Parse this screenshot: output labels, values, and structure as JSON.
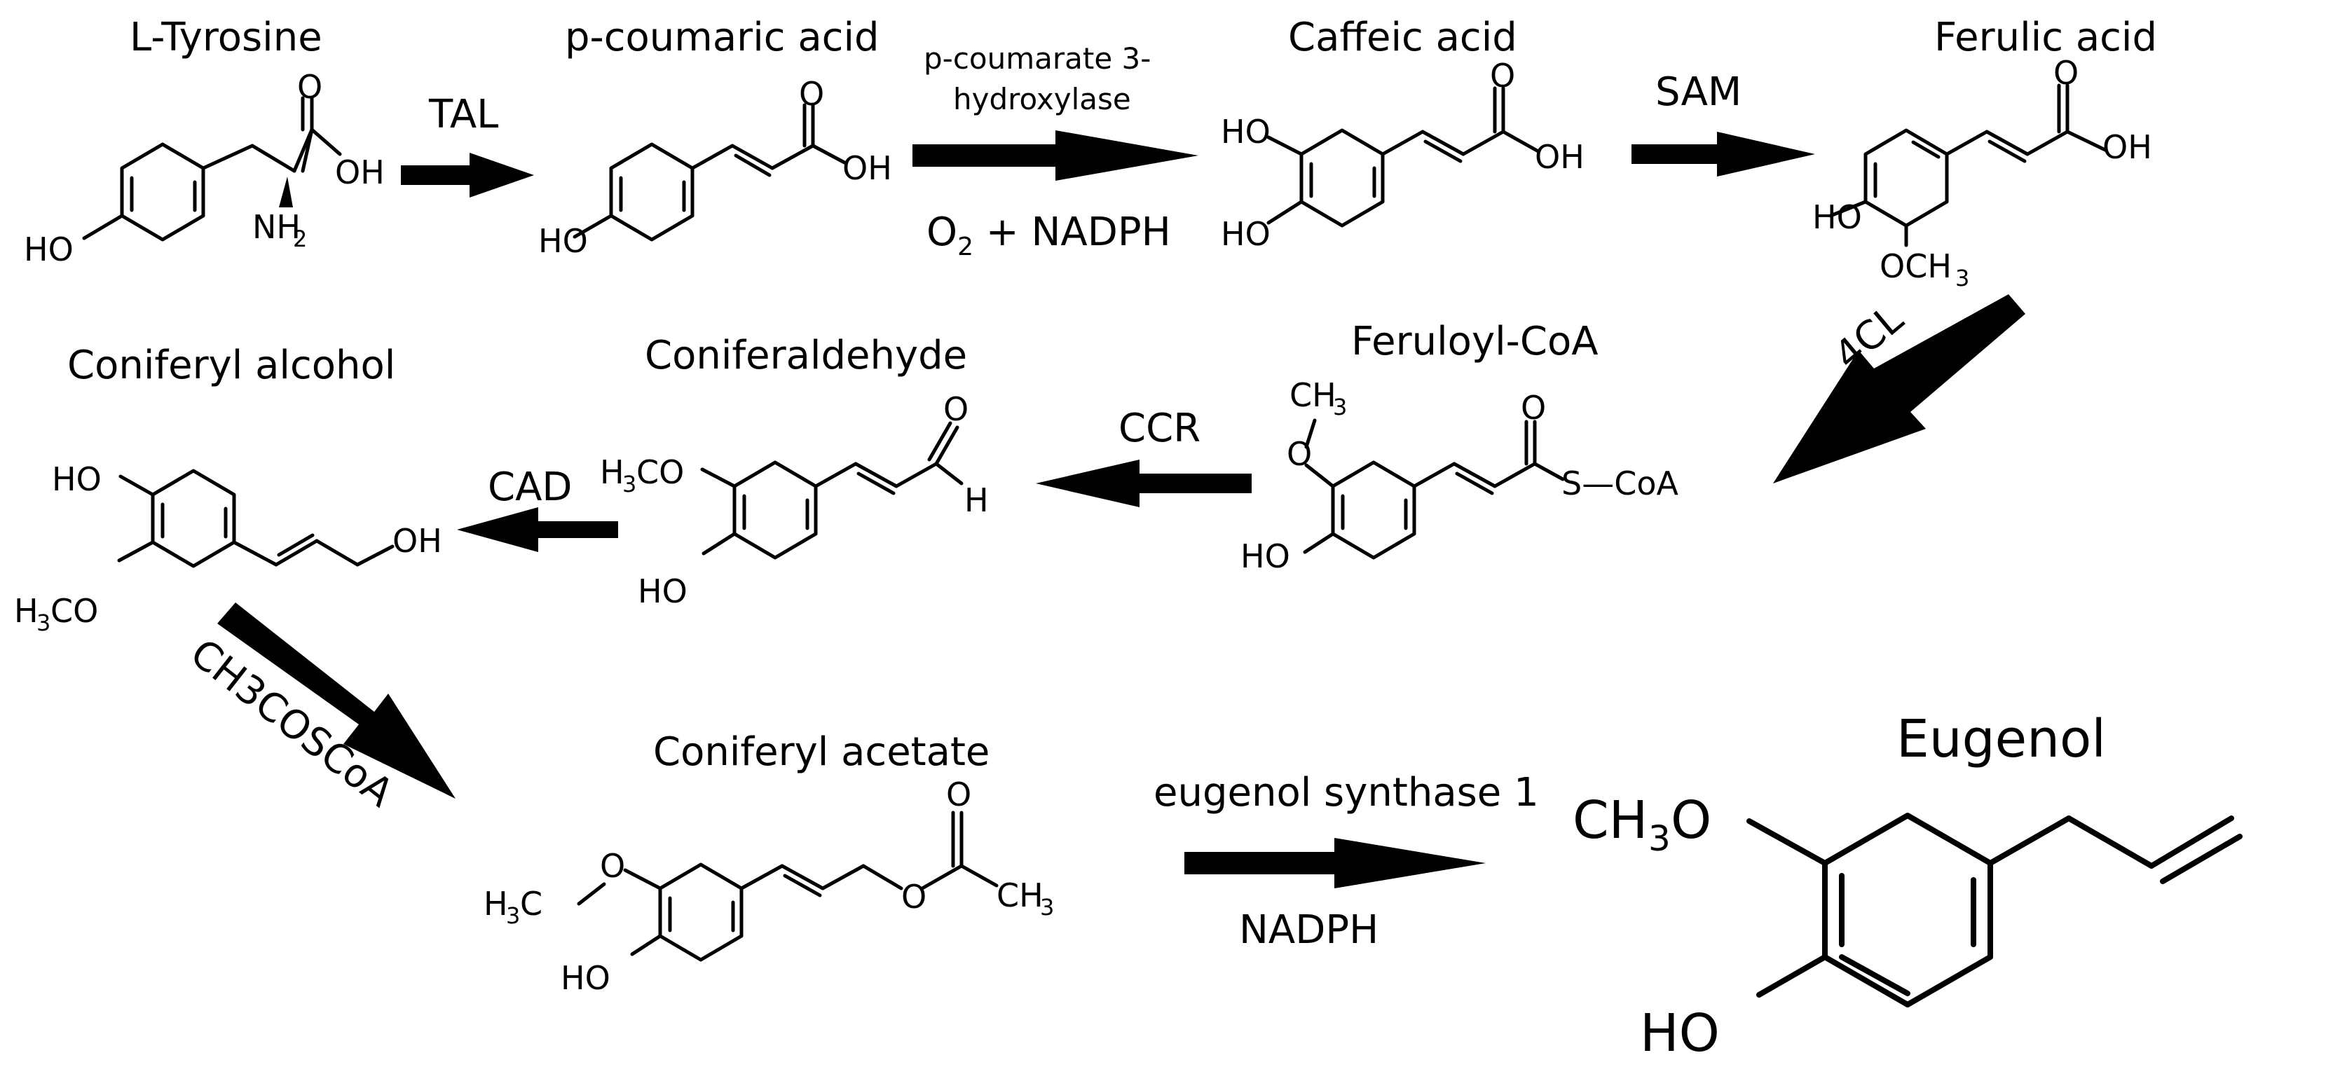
{
  "compounds": {
    "l_tyrosine": {
      "name": "L-Tyrosine",
      "atoms": [
        "O",
        "OH",
        "NH",
        "2",
        "HO"
      ]
    },
    "p_coumaric_acid": {
      "name": "p-coumaric acid",
      "atoms": [
        "O",
        "OH",
        "HO"
      ]
    },
    "caffeic_acid": {
      "name": "Caffeic acid",
      "atoms": [
        "O",
        "HO",
        "OH",
        "HO"
      ]
    },
    "ferulic_acid": {
      "name": "Ferulic acid",
      "atoms": [
        "O",
        "OH",
        "HO",
        "OCH",
        "3"
      ]
    },
    "feruloyl_coa": {
      "name": "Feruloyl-CoA",
      "atoms": [
        "CH",
        "3",
        "O",
        "O",
        "S—CoA",
        "HO"
      ]
    },
    "coniferaldehyde": {
      "name": "Coniferaldehyde",
      "atoms": [
        "O",
        "H",
        "H",
        "3",
        "CO",
        "HO"
      ]
    },
    "coniferyl_alcohol": {
      "name": "Coniferyl alcohol",
      "atoms": [
        "HO",
        "OH",
        "H",
        "3",
        "CO"
      ]
    },
    "coniferyl_acetate": {
      "name": "Coniferyl acetate",
      "atoms": [
        "O",
        "O",
        "CH",
        "3",
        "H",
        "3",
        "C",
        "O",
        "HO"
      ]
    },
    "eugenol": {
      "name": "Eugenol",
      "atoms": [
        "CH",
        "3",
        "O",
        "HO"
      ]
    }
  },
  "arrows": {
    "tal": {
      "label": "TAL"
    },
    "p_coumarate_hydroxylase": {
      "label_line1": "p-coumarate 3-",
      "label_line2": "hydroxylase",
      "cofactor_main": "O",
      "cofactor_sub": "2",
      "cofactor_rest": " + NADPH"
    },
    "sam": {
      "label": "SAM"
    },
    "four_cl": {
      "label": "4CL"
    },
    "ccr": {
      "label": "CCR"
    },
    "cad": {
      "label": "CAD"
    },
    "ch3coscoa": {
      "label": "CH3COSCoA"
    },
    "eugenol_synthase": {
      "label": "eugenol synthase 1",
      "cofactor": "NADPH"
    }
  },
  "colors": {
    "ink": "#000000",
    "background": "#ffffff"
  }
}
